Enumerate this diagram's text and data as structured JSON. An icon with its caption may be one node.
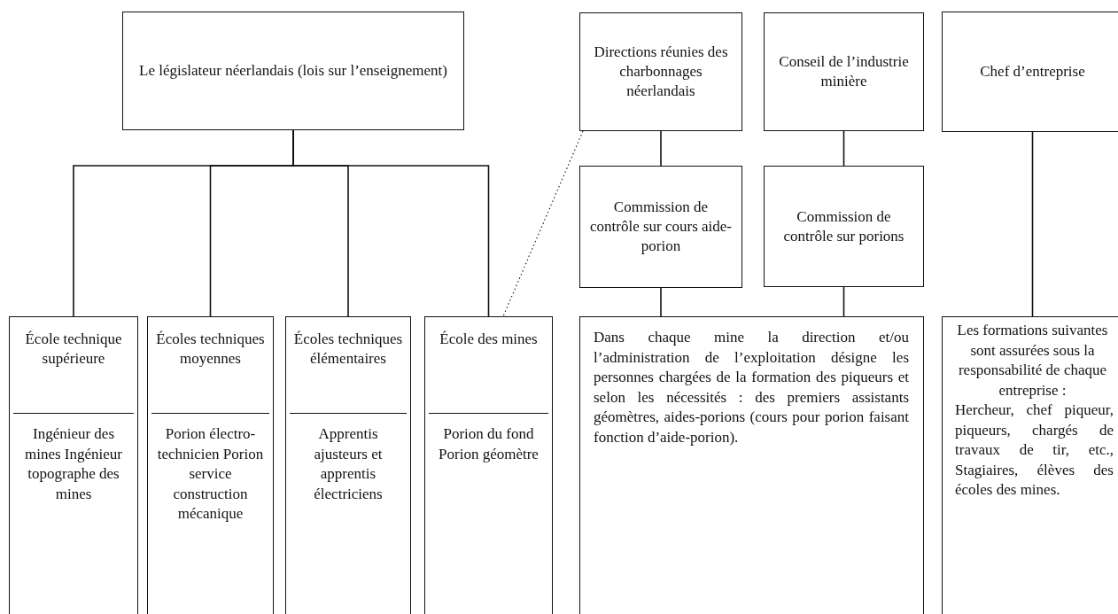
{
  "diagram": {
    "nodes": [
      {
        "text": [
          "Le législateur néerlandais (lois sur l’enseignement)"
        ]
      },
      {
        "text": [
          "Directions réunies des charbonnages néerlandais"
        ]
      },
      {
        "text": [
          "Conseil de l’industrie minière"
        ]
      },
      {
        "text": [
          "Chef d’entreprise"
        ]
      },
      {
        "text": [
          "Commission de contrôle sur cours aide-porion"
        ]
      },
      {
        "text": [
          "Commission de contrôle sur porions"
        ]
      },
      {
        "text": [
          "École technique supérieure",
          "Ingénieur des mines Ingénieur topographe des mines"
        ]
      },
      {
        "text": [
          "Écoles techniques moyennes",
          "Porion électro-technicien Porion service construction mécanique"
        ]
      },
      {
        "text": [
          "Écoles techniques élémentaires",
          "Apprentis ajusteurs et apprentis électriciens"
        ]
      },
      {
        "text": [
          "École des mines",
          "Porion du fond Porion géomètre"
        ]
      },
      {
        "text": [
          "Dans chaque mine la direction et/ou l’administration de l’exploitation désigne les personnes chargées de la formation des piqueurs et selon les nécessités : des premiers assistants géomètres, aides-porions (cours pour porion faisant fonction d’aide-porion)."
        ]
      },
      {
        "text": [
          "Les formations suivantes sont assurées sous la responsabilité de chaque entreprise :",
          "Hercheur, chef piqueur, piqueurs, chargés de travaux de tir, etc., Stagiaires, élèves des écoles des mines."
        ]
      }
    ],
    "edges": [
      {
        "from": 0,
        "to": 6,
        "arrow": "none"
      },
      {
        "from": 0,
        "to": 7,
        "arrow": "none"
      },
      {
        "from": 0,
        "to": 8,
        "arrow": "none"
      },
      {
        "from": 0,
        "to": 9,
        "arrow": "none"
      },
      {
        "from": 1,
        "to": 9,
        "arrow": "none",
        "style": "dashed"
      },
      {
        "from": 1,
        "to": 4,
        "arrow": "none"
      },
      {
        "from": 2,
        "to": 5,
        "arrow": "none"
      },
      {
        "from": 4,
        "to": 10,
        "arrow": "none"
      },
      {
        "from": 5,
        "to": 10,
        "arrow": "none"
      },
      {
        "from": 3,
        "to": 11,
        "arrow": "none"
      }
    ]
  }
}
